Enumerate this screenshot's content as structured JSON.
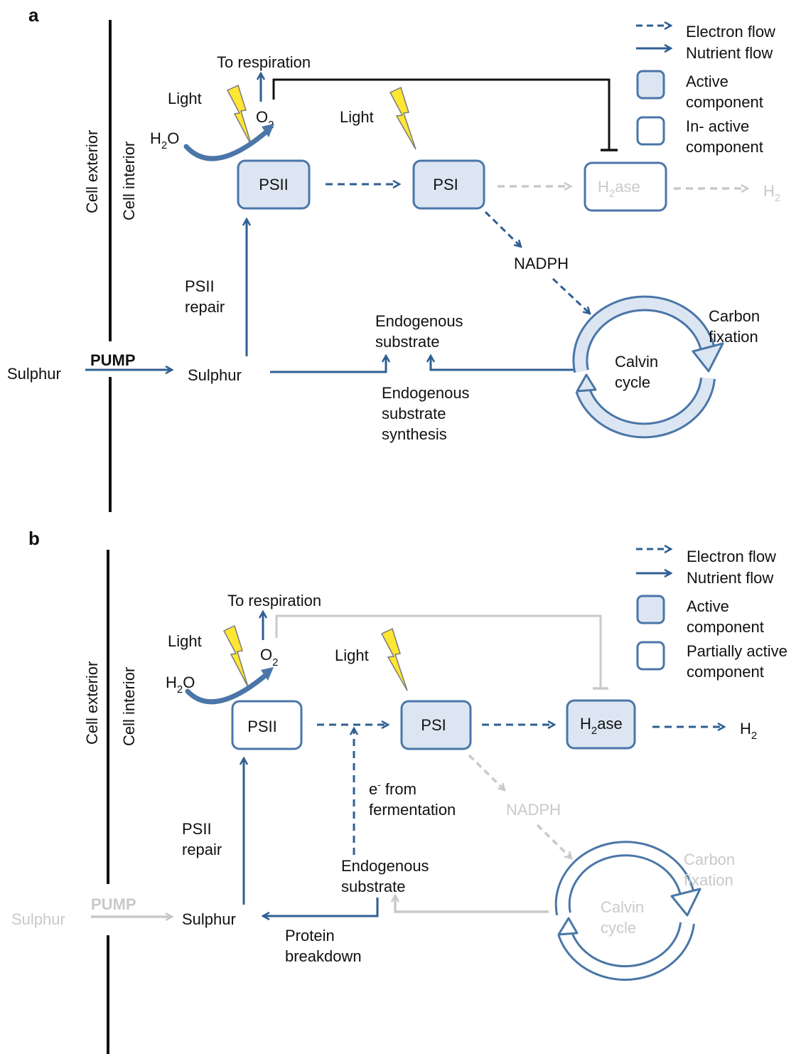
{
  "colors": {
    "blue": "#2f5f92",
    "box_fill": "#dce6f2",
    "box_stroke": "#4a76a8",
    "grey": "#c9c9c9",
    "black": "#111111",
    "bolt_fill": "#ffe632"
  },
  "icons": [
    "lightning-bolt-icon",
    "calvin-cycle-icon",
    "dashed-arrow-icon",
    "solid-arrow-icon"
  ],
  "panel_a": {
    "panel_label": "a",
    "cell_exterior": "Cell   exterior",
    "cell_interior": "Cell   interior",
    "legend": {
      "electron_flow": "Electron  flow",
      "nutrient_flow": "Nutrient   flow",
      "active_1": "Active",
      "active_2": "component",
      "inactive_1": "In- active",
      "inactive_2": "component"
    },
    "to_respiration": "To  respiration",
    "light_1": "Light",
    "light_2": "Light",
    "o2_main": "O",
    "o2_sub": "2",
    "h2o_h": "H",
    "h2o_sub": "2",
    "h2o_o": "O",
    "psii": "PSII",
    "psi": "PSI",
    "h2ase_h": "H",
    "h2ase_sub": "2",
    "h2ase_rest": "ase",
    "h2_h": "H",
    "h2_sub": "2",
    "nadph": "NADPH",
    "psii_repair_1": "PSII",
    "psii_repair_2": "repair",
    "endogenous_substrate_1": "Endogenous",
    "endogenous_substrate_2": "substrate",
    "carbon_fixation_1": "Carbon",
    "carbon_fixation_2": "fixation",
    "calvin_1": "Calvin",
    "calvin_2": "cycle",
    "sulphur_outside": "Sulphur",
    "pump": "PUMP",
    "sulphur_inside": "Sulphur",
    "synthesis_1": "Endogenous",
    "synthesis_2": "substrate",
    "synthesis_3": "synthesis"
  },
  "panel_b": {
    "panel_label": "b",
    "cell_exterior": "Cell   exterior",
    "cell_interior": "Cell   interior",
    "legend": {
      "electron_flow": "Electron  flow",
      "nutrient_flow": "Nutrient   flow",
      "active_1": "Active",
      "active_2": "component",
      "partial_1": "Partially active",
      "partial_2": "component"
    },
    "to_respiration": "To  respiration",
    "light_1": "Light",
    "light_2": "Light",
    "o2_main": "O",
    "o2_sub": "2",
    "h2o_h": "H",
    "h2o_sub": "2",
    "h2o_o": "O",
    "psii": "PSII",
    "psi": "PSI",
    "h2ase_h": "H",
    "h2ase_sub": "2",
    "h2ase_rest": "ase",
    "h2_h": "H",
    "h2_sub": "2",
    "e_from_1": "e",
    "e_sup": "-",
    "e_from_1b": "from",
    "e_from_2": "fermentation",
    "nadph": "NADPH",
    "psii_repair_1": "PSII",
    "psii_repair_2": "repair",
    "endogenous_substrate_1": "Endogenous",
    "endogenous_substrate_2": "substrate",
    "carbon_fixation_1": "Carbon",
    "carbon_fixation_2": "fixation",
    "calvin_1": "Calvin",
    "calvin_2": "cycle",
    "sulphur_outside": "Sulphur",
    "pump": "PUMP",
    "sulphur_inside": "Sulphur",
    "protein_1": "Protein",
    "protein_2": "breakdown"
  }
}
